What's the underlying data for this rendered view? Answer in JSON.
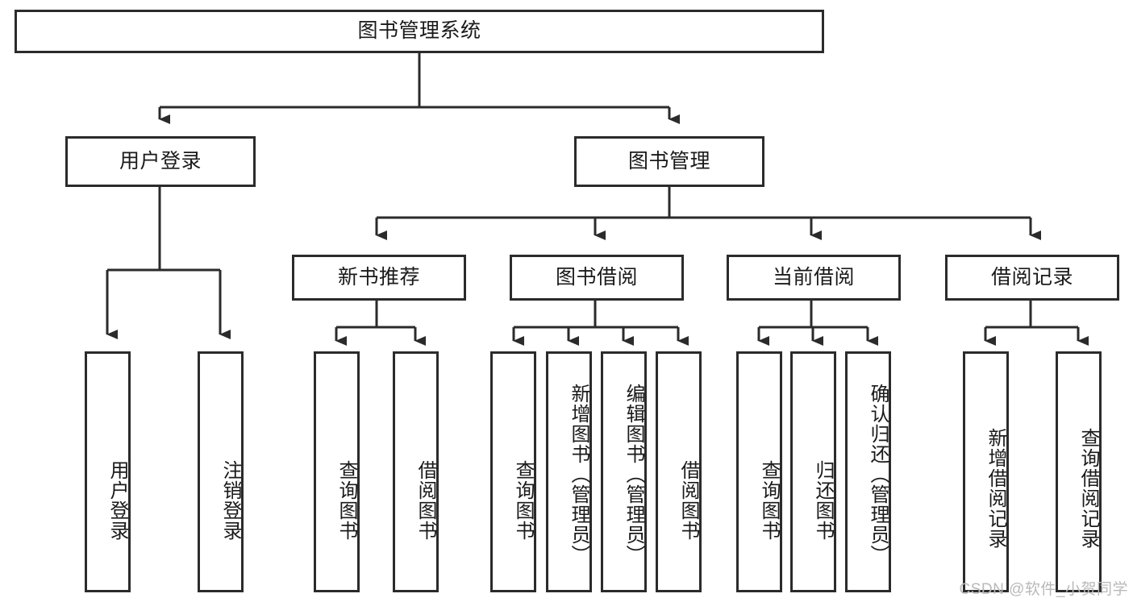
{
  "diagram": {
    "title": "图书管理系统",
    "type": "hierarchy-tree",
    "levels": 4,
    "root": {
      "id": "root",
      "label": "图书管理系统",
      "orientation": "horizontal"
    },
    "level2": [
      {
        "id": "user-login",
        "label": "用户登录",
        "orientation": "horizontal"
      },
      {
        "id": "book-management",
        "label": "图书管理",
        "orientation": "horizontal"
      }
    ],
    "level3": [
      {
        "id": "new-book-recommend",
        "label": "新书推荐",
        "orientation": "horizontal",
        "parent": "book-management"
      },
      {
        "id": "book-borrow",
        "label": "图书借阅",
        "orientation": "horizontal",
        "parent": "book-management"
      },
      {
        "id": "current-borrow",
        "label": "当前借阅",
        "orientation": "horizontal",
        "parent": "book-management"
      },
      {
        "id": "borrow-record",
        "label": "借阅记录",
        "orientation": "horizontal",
        "parent": "book-management"
      }
    ],
    "leaves": [
      {
        "id": "leaf-user-login",
        "label": "用户登录",
        "parent": "user-login",
        "orientation": "vertical"
      },
      {
        "id": "leaf-user-logout",
        "label": "注销登录",
        "parent": "user-login",
        "orientation": "vertical"
      },
      {
        "id": "leaf-query-book-1",
        "label": "查询图书",
        "parent": "new-book-recommend",
        "orientation": "vertical"
      },
      {
        "id": "leaf-borrow-book-1",
        "label": "借阅图书",
        "parent": "new-book-recommend",
        "orientation": "vertical"
      },
      {
        "id": "leaf-query-book-2",
        "label": "查询图书",
        "parent": "book-borrow",
        "orientation": "vertical"
      },
      {
        "id": "leaf-add-book",
        "label": "新增图书（管理员）",
        "parent": "book-borrow",
        "orientation": "vertical"
      },
      {
        "id": "leaf-edit-book",
        "label": "编辑图书（管理员）",
        "parent": "book-borrow",
        "orientation": "vertical"
      },
      {
        "id": "leaf-borrow-book-2",
        "label": "借阅图书",
        "parent": "book-borrow",
        "orientation": "vertical"
      },
      {
        "id": "leaf-query-book-3",
        "label": "查询图书",
        "parent": "current-borrow",
        "orientation": "vertical"
      },
      {
        "id": "leaf-return-book",
        "label": "归还图书",
        "parent": "current-borrow",
        "orientation": "vertical"
      },
      {
        "id": "leaf-confirm-return",
        "label": "确认归还（管理员）",
        "parent": "current-borrow",
        "orientation": "vertical"
      },
      {
        "id": "leaf-add-record",
        "label": "新增借阅记录",
        "parent": "borrow-record",
        "orientation": "vertical"
      },
      {
        "id": "leaf-query-record",
        "label": "查询借阅记录",
        "parent": "borrow-record",
        "orientation": "vertical"
      }
    ]
  },
  "watermark": {
    "text": "CSDN @软件_小贺同学"
  },
  "colors": {
    "stroke": "#2b2b2b",
    "fill": "#ffffff",
    "text": "#1a1a1a",
    "watermark": "#b9b9b9"
  }
}
